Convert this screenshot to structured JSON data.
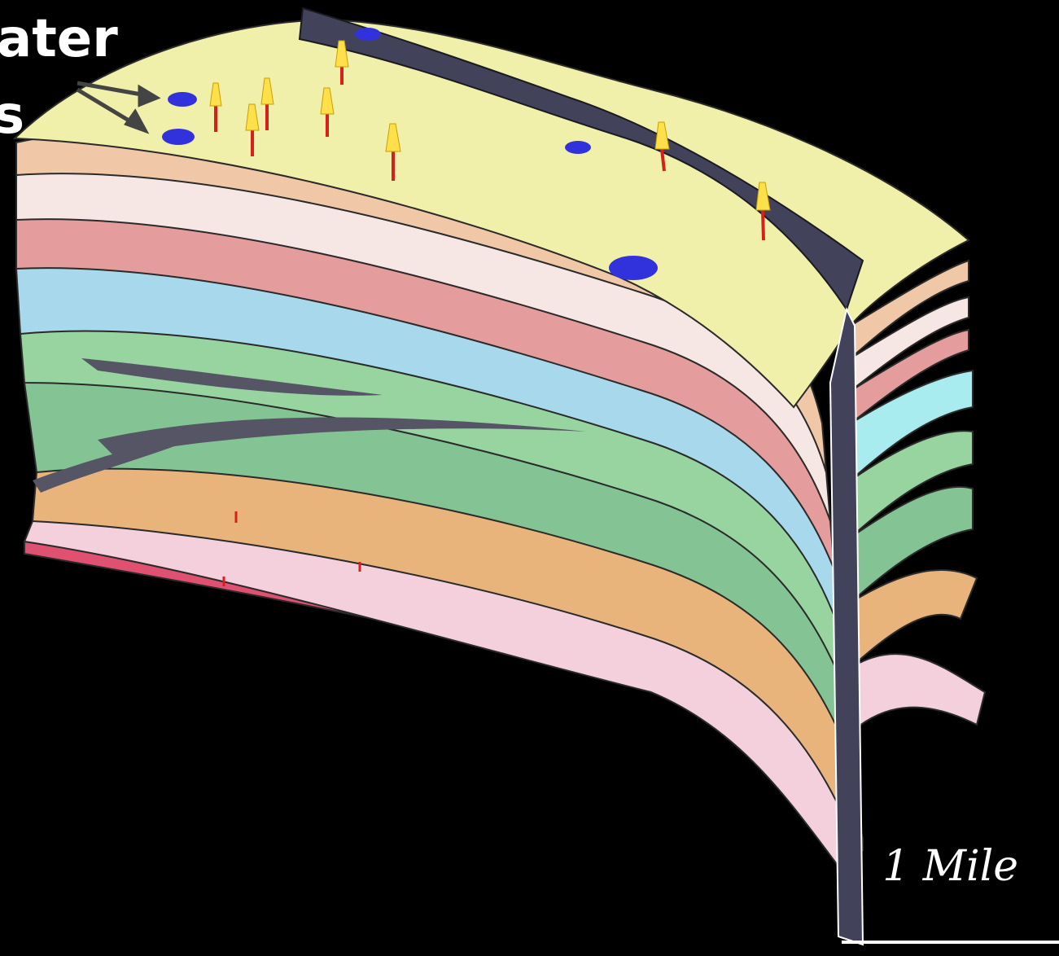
{
  "annotation": {
    "label_top": "ater",
    "label_bottom": "s"
  },
  "scale": {
    "label": "1 Mile"
  },
  "colors": {
    "background": "#000000",
    "fault": "#42425a",
    "layers": [
      "#f0f0aa",
      "#f0c8a8",
      "#f6e6e4",
      "#e49c9c",
      "#a8d8ec",
      "#98d4a0",
      "#84c494",
      "#e8b47c",
      "#f4d0dc",
      "#e05070"
    ],
    "well_marker": "#ffe04a",
    "well_stem": "#d8201a",
    "injector": "#3232dc",
    "arrow": "#444444"
  },
  "icons": {
    "well": "oil-derrick-icon",
    "injector": "water-injector-icon"
  }
}
